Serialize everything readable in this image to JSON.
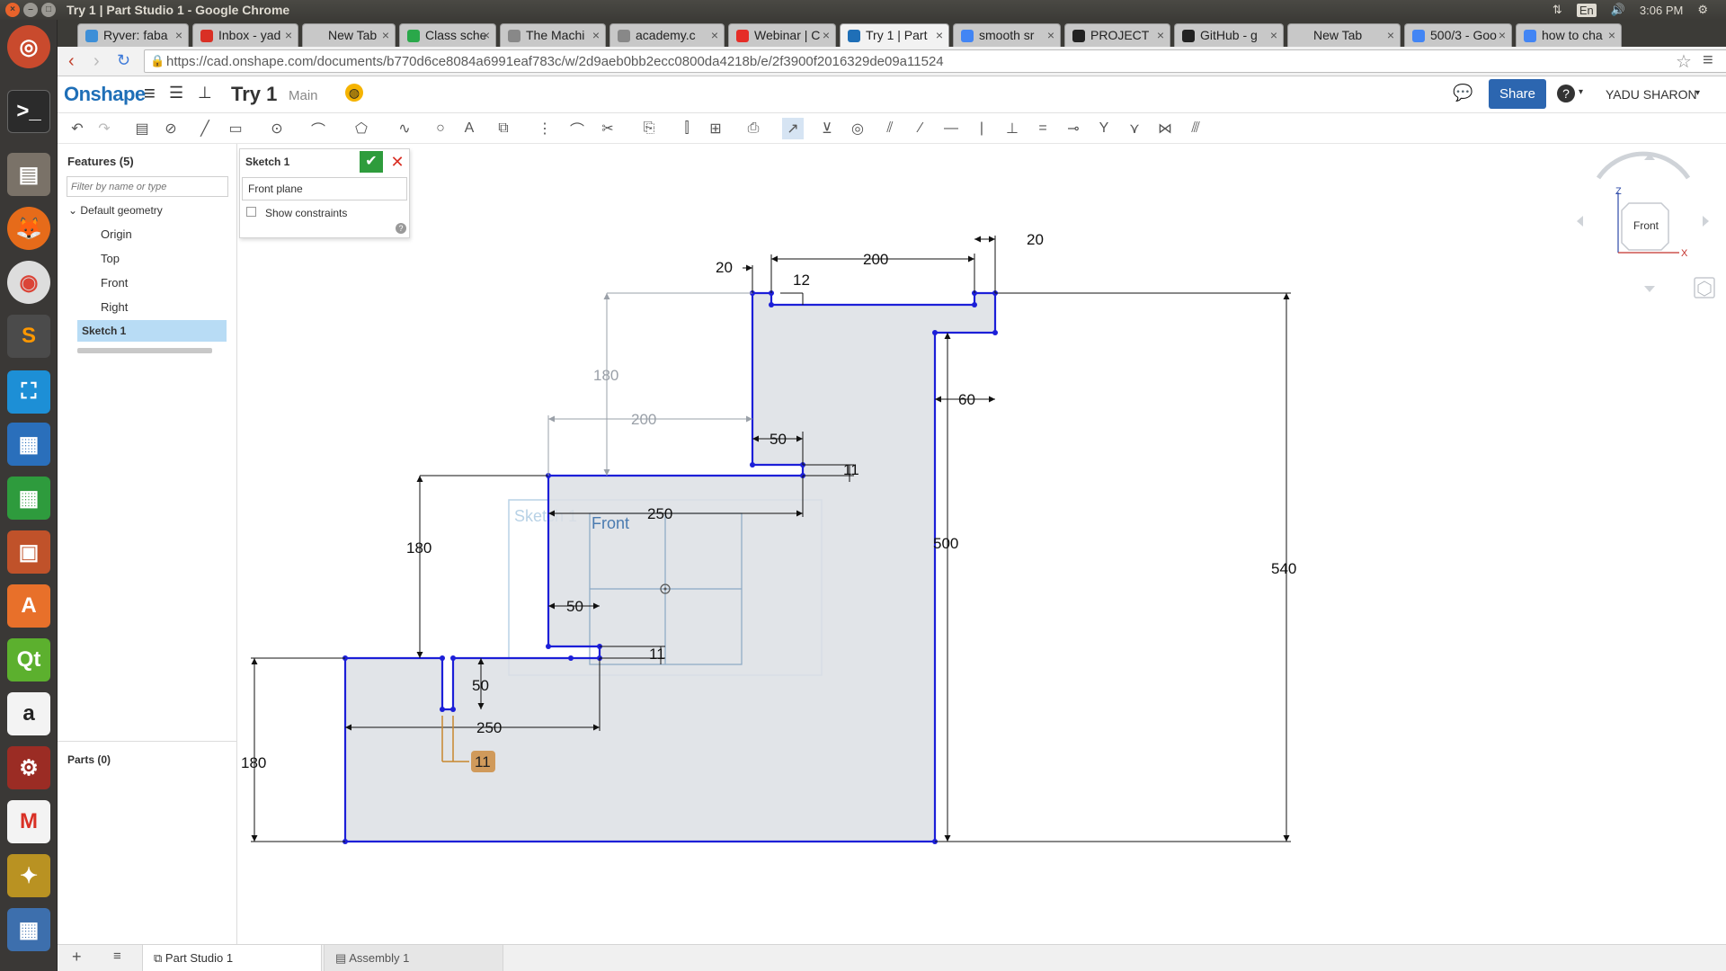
{
  "os": {
    "window_title": "Try 1 | Part Studio 1 - Google Chrome",
    "lang": "En",
    "time": "3:06 PM"
  },
  "tabs": [
    {
      "label": "Ryver: faba",
      "color": "#3d8fd8"
    },
    {
      "label": "Inbox - yad",
      "color": "#d93025"
    },
    {
      "label": "New Tab",
      "color": ""
    },
    {
      "label": "Class sche",
      "color": "#2aa84a"
    },
    {
      "label": "The Machi",
      "color": "#888888"
    },
    {
      "label": "academy.c",
      "color": "#888888"
    },
    {
      "label": "Webinar | C",
      "color": "#e52d27"
    },
    {
      "label": "Try 1 | Part",
      "color": "#1f6fb7",
      "active": true
    },
    {
      "label": "smooth sr",
      "color": "#4285f4"
    },
    {
      "label": "PROJECT",
      "color": "#222222"
    },
    {
      "label": "GitHub - g",
      "color": "#222222"
    },
    {
      "label": "New Tab",
      "color": ""
    },
    {
      "label": "500/3 - Goo",
      "color": "#4285f4"
    },
    {
      "label": "how to cha",
      "color": "#4285f4"
    }
  ],
  "address": {
    "url": "https://cad.onshape.com/documents/b770d6ce8084a6991eaf783c/w/2d9aeb0bb2ecc0800da4218b/e/2f3900f2016329de09a11524"
  },
  "header": {
    "logo": "Onshape",
    "doc_title": "Try 1",
    "workspace": "Main",
    "share": "Share",
    "help": "?",
    "user": "YADU SHARON"
  },
  "features": {
    "title": "Features (5)",
    "filter_placeholder": "Filter by name or type",
    "group": "Default geometry",
    "items": [
      "Origin",
      "Top",
      "Front",
      "Right"
    ],
    "selected": "Sketch 1",
    "parts": "Parts (0)"
  },
  "sketch_panel": {
    "title": "Sketch 1",
    "plane": "Front plane",
    "show_constraints": "Show constraints"
  },
  "viewcube": {
    "face": "Front",
    "z": "Z",
    "x": "X"
  },
  "canvas": {
    "sketch_label": "Sketch 1",
    "plane_label": "Front",
    "dims": {
      "d20a": "20",
      "d200a": "200",
      "d20b": "20",
      "d12": "12",
      "d180g": "180",
      "d200g": "200",
      "d60": "60",
      "d50a": "50",
      "d11a": "11",
      "d250a": "250",
      "d180": "180",
      "d500": "500",
      "d540": "540",
      "d50b": "50",
      "d11b": "11",
      "d50c": "50",
      "d250b": "250",
      "d180b": "180",
      "d11tag": "11"
    }
  },
  "bottom": {
    "tab1": "Part Studio 1",
    "tab2": "Assembly 1"
  }
}
